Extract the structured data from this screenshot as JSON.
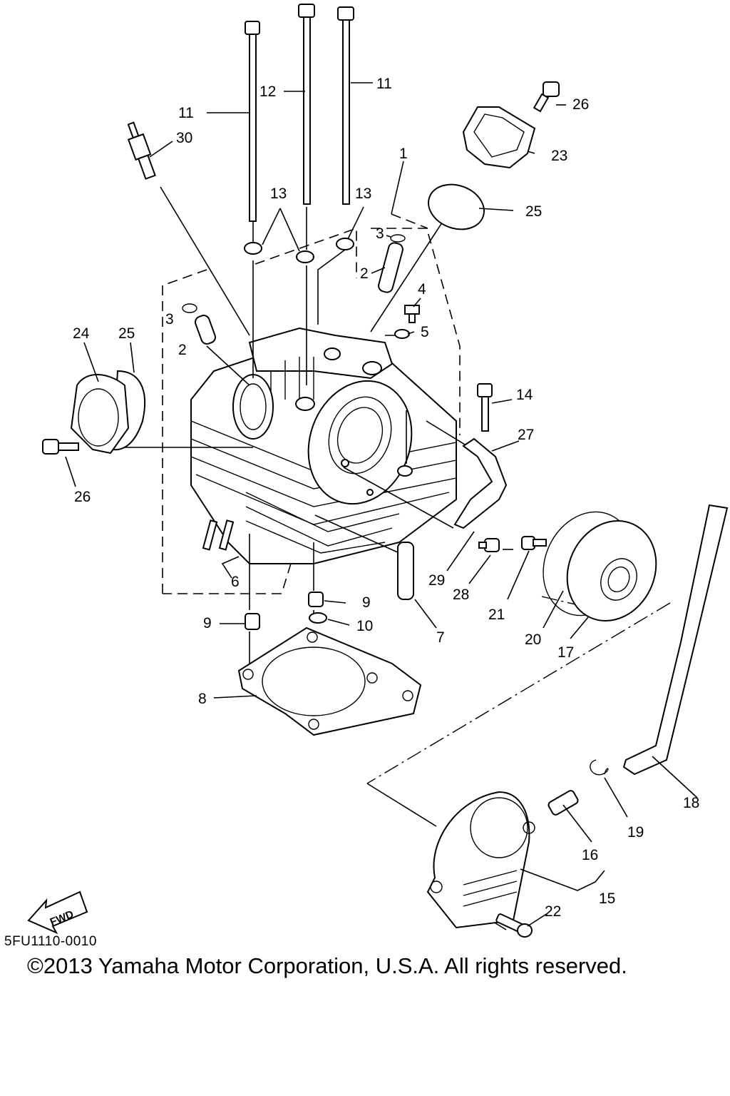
{
  "diagram": {
    "drawing_code": "5FU1110-0010",
    "copyright": "©2013 Yamaha Motor Corporation, U.S.A. All rights reserved.",
    "fwd_label": "FWD",
    "callouts": {
      "c1": "1",
      "c2a": "2",
      "c2b": "2",
      "c3a": "3",
      "c3b": "3",
      "c4": "4",
      "c5": "5",
      "c6": "6",
      "c7": "7",
      "c8": "8",
      "c9a": "9",
      "c9b": "9",
      "c10": "10",
      "c11a": "11",
      "c11b": "11",
      "c12": "12",
      "c13a": "13",
      "c13b": "13",
      "c14": "14",
      "c15": "15",
      "c16": "16",
      "c17": "17",
      "c18": "18",
      "c19": "19",
      "c20": "20",
      "c21": "21",
      "c22": "22",
      "c23": "23",
      "c24": "24",
      "c25a": "25",
      "c25b": "25",
      "c26a": "26",
      "c26b": "26",
      "c27": "27",
      "c28": "28",
      "c29": "29",
      "c30": "30"
    }
  }
}
